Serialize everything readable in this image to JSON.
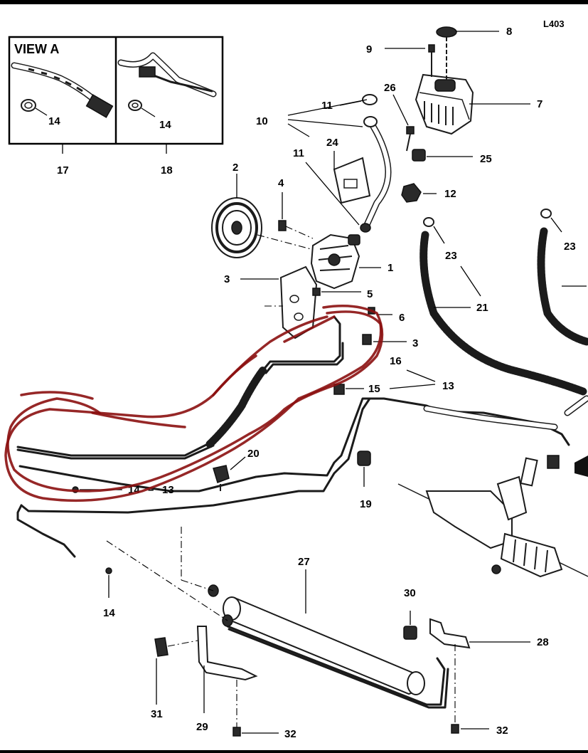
{
  "diagram": {
    "code": "L403",
    "inset": {
      "title": "VIEW A",
      "left_label": "17",
      "right_label": "18",
      "left_part": "14",
      "right_part": "14"
    },
    "labels": {
      "p1": "1",
      "p2": "2",
      "p3a": "3",
      "p3b": "3",
      "p4": "4",
      "p5": "5",
      "p6": "6",
      "p7": "7",
      "p8": "8",
      "p9": "9",
      "p10": "10",
      "p11a": "11",
      "p11b": "11",
      "p12": "12",
      "p13a": "13",
      "p13b": "13",
      "p14": "14",
      "p14_13_a": "14",
      "p14_13_b": "13",
      "p15": "15",
      "p16": "16",
      "p19": "19",
      "p20": "20",
      "p21": "21",
      "p23a": "23",
      "p23b": "23",
      "p24": "24",
      "p25": "25",
      "p26": "26",
      "p27": "27",
      "p28": "28",
      "p29": "29",
      "p30": "30",
      "p31": "31",
      "p32a": "32",
      "p32b": "32",
      "separator": "–"
    },
    "colors": {
      "ink": "#1b1b1b",
      "annotation": "#8b1010",
      "background": "#ffffff"
    }
  }
}
